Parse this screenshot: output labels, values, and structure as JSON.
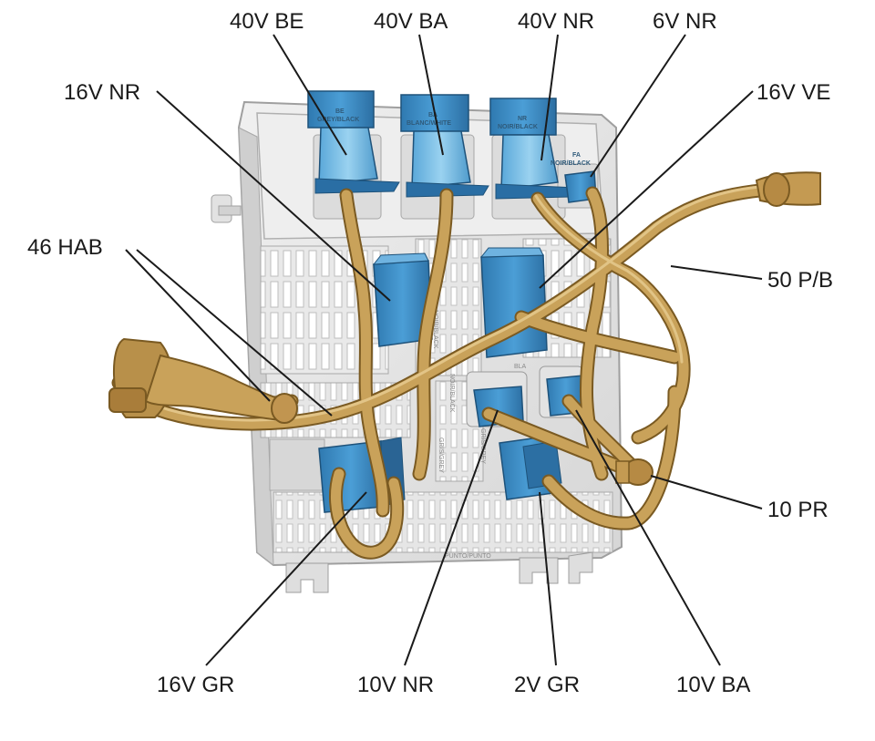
{
  "callouts": {
    "c_40v_be": "40V BE",
    "c_40v_ba": "40V BA",
    "c_40v_nr": "40V NR",
    "c_6v_nr": "6V NR",
    "c_16v_nr": "16V NR",
    "c_16v_ve": "16V VE",
    "c_46_hab": "46 HAB",
    "c_50_pb": "50 P/B",
    "c_10_pr": "10 PR",
    "c_16v_gr": "16V GR",
    "c_10v_nr": "10V NR",
    "c_2v_gr": "2V GR",
    "c_10v_ba": "10V BA"
  },
  "connector_markings": {
    "m1_top": "BE",
    "m1_bot": "GREY/BLACK",
    "m2_top": "BA",
    "m2_bot": "BLANC/WHITE",
    "m3_top": "NR",
    "m3_bot": "NOIR/BLACK",
    "m4_top": "FA",
    "m4_bot": "NOIR/BLACK"
  },
  "colors": {
    "housing": "#e4e4e4",
    "housing_edge": "#b8b8b8",
    "connector_blue": "#3e8fc7",
    "connector_light": "#7cc0e8",
    "harness": "#c9a25a",
    "harness_dark": "#8e6a2a",
    "leader_line": "#1a1a1a",
    "label_text": "#1a1a1a"
  }
}
